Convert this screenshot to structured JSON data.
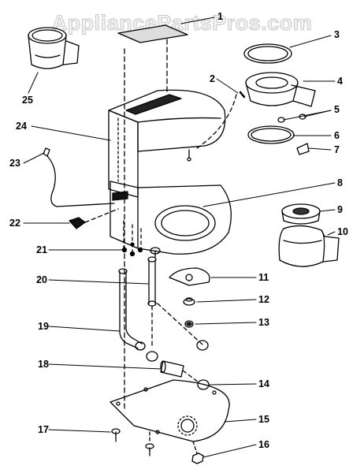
{
  "watermark": "AppliancePartsPros.com",
  "parts": [
    "1",
    "2",
    "3",
    "4",
    "5",
    "6",
    "7",
    "8",
    "9",
    "10",
    "11",
    "12",
    "13",
    "14",
    "15",
    "16",
    "17",
    "18",
    "19",
    "20",
    "21",
    "22",
    "23",
    "24",
    "25"
  ],
  "colors": {
    "ink": "#000000",
    "paper": "#ffffff",
    "watermark": "#d0d0d0"
  }
}
